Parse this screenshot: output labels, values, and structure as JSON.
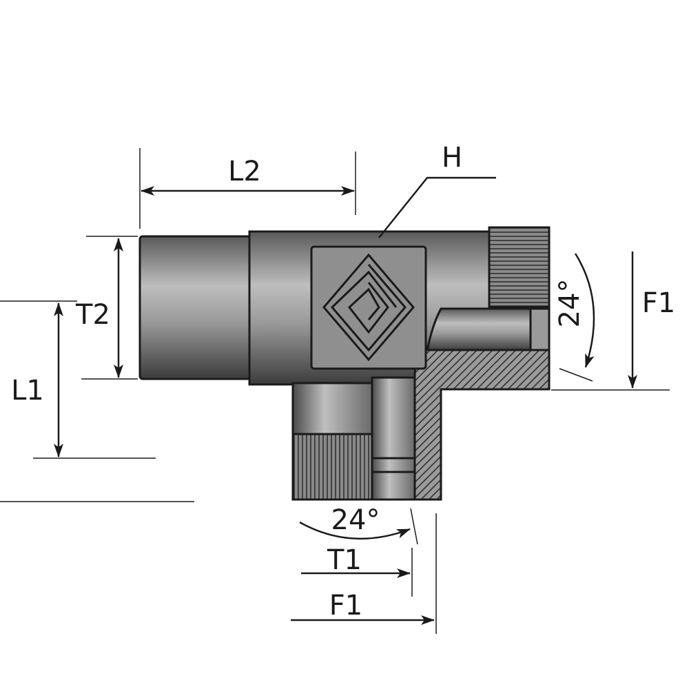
{
  "diagram": {
    "title": "Tee fitting dimension drawing",
    "labels": {
      "l2": "L2",
      "h": "H",
      "t2": "T2",
      "l1": "L1",
      "angle_right": "24°",
      "f1_right": "F1",
      "angle_bottom": "24°",
      "t1": "T1",
      "f1_bottom": "F1"
    },
    "colors": {
      "metal_dark": "#3a3a3a",
      "metal_light": "#c4c4c4",
      "line": "#1a1a1a"
    }
  }
}
